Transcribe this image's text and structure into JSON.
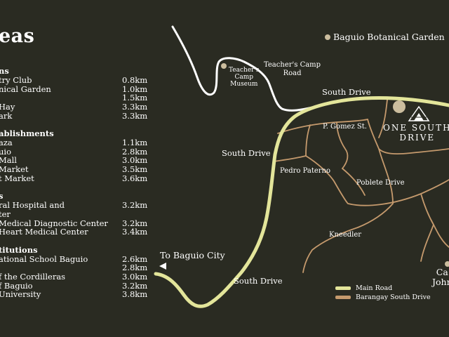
{
  "heading": "eas",
  "categories": [
    {
      "name": "ns",
      "items": [
        {
          "name": "try Club",
          "distance": "0.8km"
        },
        {
          "name": "nical Garden",
          "distance": "1.0km"
        },
        {
          "name": "",
          "distance": "1.5km"
        },
        {
          "name": "Hay",
          "distance": "3.3km"
        },
        {
          "name": "ark",
          "distance": "3.3km"
        }
      ]
    },
    {
      "name": "ablishments",
      "items": [
        {
          "name": "aza",
          "distance": "1.1km"
        },
        {
          "name": "uio",
          "distance": "2.8km"
        },
        {
          "name": "Mall",
          "distance": "3.0km"
        },
        {
          "name": "Market",
          "distance": "3.5km"
        },
        {
          "name": "t Market",
          "distance": "3.6km"
        }
      ]
    },
    {
      "name": "s",
      "items": [
        {
          "name": "ral Hospital and",
          "distance": "3.2km"
        },
        {
          "name": "ter",
          "distance": ""
        },
        {
          "name": "Medical Diagnostic Center",
          "distance": "3.2km"
        },
        {
          "name": "Heart  Medical Center",
          "distance": "3.4km"
        }
      ]
    },
    {
      "name": "titutions",
      "items": [
        {
          "name": "ational School Baguio",
          "distance": "2.6km"
        },
        {
          "name": "",
          "distance": "2.8km"
        },
        {
          "name": "f the Cordilleras",
          "distance": "3.0km"
        },
        {
          "name": "f Baguio",
          "distance": "3.2km"
        },
        {
          "name": "University",
          "distance": "3.8km"
        }
      ]
    }
  ],
  "map": {
    "labels": {
      "botanical_garden": "Baguio Botanical Garden",
      "teachers_camp_road_1": "Teacher's Camp",
      "teachers_camp_road_2": "Road",
      "museum_1": "Teacher's",
      "museum_2": "Camp",
      "museum_3": "Museum",
      "south_drive_top": "South Drive",
      "south_drive_mid": "South Drive",
      "south_drive_bottom": "South Drive",
      "p_gomez": "P. Gomez St.",
      "pedro_paterno": "Pedro Paterno",
      "poblete": "Poblete Drive",
      "kneedler": "Kneedler",
      "to_baguio": "To Baguio City",
      "brand_1": "ONE SOUTH",
      "brand_2": "DRIVE",
      "cut_1": "Ca",
      "cut_2": "John"
    },
    "legend": [
      {
        "label": "Main Road",
        "color": "#e3e59a"
      },
      {
        "label": "Barangay South Drive",
        "color": "#c59a6d"
      }
    ],
    "colors": {
      "background": "#2a2b22",
      "main_road": "#e3e59a",
      "barangay_road": "#c59a6d",
      "poi_dot": "#cbbd9e",
      "white_road": "#ffffff"
    }
  }
}
